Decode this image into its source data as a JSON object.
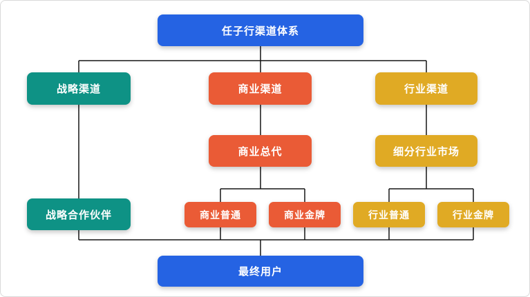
{
  "diagram": {
    "title": "任子行渠道体系",
    "colors": {
      "blue": "#2563e3",
      "green": "#0e9285",
      "red": "#ea5b36",
      "yellow": "#e0aa24",
      "line": "#141414",
      "frame_border": "#d9d9d9",
      "background": "#ffffff",
      "text": "#ffffff"
    },
    "nodes": {
      "root": {
        "label": "任子行渠道体系",
        "color": "blue"
      },
      "strategic_channel": {
        "label": "战略渠道",
        "color": "green"
      },
      "business_channel": {
        "label": "商业渠道",
        "color": "red"
      },
      "industry_channel": {
        "label": "行业渠道",
        "color": "yellow"
      },
      "business_agent": {
        "label": "商业总代",
        "color": "red"
      },
      "segment_market": {
        "label": "细分行业市场",
        "color": "yellow"
      },
      "strategic_partner": {
        "label": "战略合作伙伴",
        "color": "green"
      },
      "business_normal": {
        "label": "商业普通",
        "color": "red"
      },
      "business_gold": {
        "label": "商业金牌",
        "color": "red"
      },
      "industry_normal": {
        "label": "行业普通",
        "color": "yellow"
      },
      "industry_gold": {
        "label": "行业金牌",
        "color": "yellow"
      },
      "end_user": {
        "label": "最终用户",
        "color": "blue"
      }
    },
    "edges": [
      {
        "from": "root",
        "to": "strategic_channel"
      },
      {
        "from": "root",
        "to": "business_channel"
      },
      {
        "from": "root",
        "to": "industry_channel"
      },
      {
        "from": "strategic_channel",
        "to": "strategic_partner"
      },
      {
        "from": "business_channel",
        "to": "business_agent"
      },
      {
        "from": "industry_channel",
        "to": "segment_market"
      },
      {
        "from": "business_agent",
        "to": "business_normal"
      },
      {
        "from": "business_agent",
        "to": "business_gold"
      },
      {
        "from": "segment_market",
        "to": "industry_normal"
      },
      {
        "from": "segment_market",
        "to": "industry_gold"
      },
      {
        "from": "strategic_partner",
        "to": "end_user"
      },
      {
        "from": "business_normal",
        "to": "end_user"
      },
      {
        "from": "business_gold",
        "to": "end_user"
      },
      {
        "from": "industry_normal",
        "to": "end_user"
      },
      {
        "from": "industry_gold",
        "to": "end_user"
      }
    ]
  }
}
